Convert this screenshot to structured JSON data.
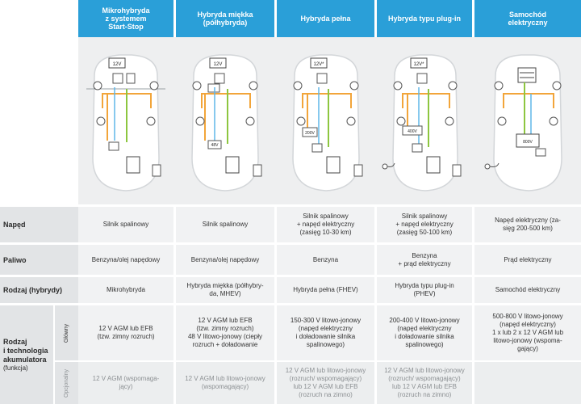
{
  "header": {
    "columns": [
      "Mikrohybryda\nz systemem\nStart-Stop",
      "Hybryda miękka\n(półhybryda)",
      "Hybryda pełna",
      "Hybryda typu plug-in",
      "Samochód\nelektryczny"
    ]
  },
  "diagram_labels": {
    "battery_12v": "12V",
    "battery_12v_star": "12V*",
    "battery_48v": "48V",
    "battery_200v": "200V",
    "battery_400v": "400V",
    "battery_800v": "800V"
  },
  "rows": {
    "naped": {
      "label": "Napęd",
      "values": [
        "Silnik spalinowy",
        "Silnik spalinowy",
        "Silnik spalinowy\n+ napęd elektryczny\n(zasięg 10-30 km)",
        "Silnik spalinowy\n+ napęd elektryczny\n(zasięg 50-100 km)",
        "Napęd elektryczny (za-\nsięg 200-500 km)"
      ]
    },
    "paliwo": {
      "label": "Paliwo",
      "values": [
        "Benzyna/olej napędowy",
        "Benzyna/olej napędowy",
        "Benzyna",
        "Benzyna\n+ prąd elektryczny",
        "Prąd elektryczny"
      ]
    },
    "rodzaj": {
      "label": "Rodzaj (hybrydy)",
      "values": [
        "Mikrohybryda",
        "Hybryda miękka (półhybry-\nda, MHEV)",
        "Hybryda pełna (FHEV)",
        "Hybryda typu plug-in\n(PHEV)",
        "Samochód elektryczny"
      ]
    },
    "akumulator": {
      "label": "Rodzaj\ni technologia\nakumulatora",
      "sublabel": "(funkcja)",
      "glowny": {
        "label": "Główny",
        "values": [
          "12 V AGM lub EFB\n(tzw. zimny rozruch)",
          "12 V AGM lub EFB\n(tzw. zimny rozruch)\n48 V litowo-jonowy (ciepły\nrozruch + doładowanie",
          "150-300 V litowo-jonowy\n(napęd elektryczny\ni doładowanie silnika\nspalinowego)",
          "200-400 V litowo-jonowy\n(napęd elektryczny\ni doładowanie silnika\nspalinowego)",
          "500-800 V litowo-jonowy\n(napęd elektryczny)\n1 x lub 2 x 12 V AGM lub\nlitowo-jonowy (wspoma-\ngający)"
        ]
      },
      "opcjonalny": {
        "label": "Opcjonalny",
        "values": [
          "12 V AGM (wspomaga-\njący)",
          "12 V AGM lub litowo-jonowy\n(wspomagający)",
          "12 V AGM lub litowo-jonowy\n(rozruch/ wspomagający)\nlub 12 V AGM lub EFB\n(rozruch na zimno)",
          "12 V AGM lub litowo-jonowy\n(rozruch/ wspomagający)\nlub 12 V AGM lub EFB\n(rozruch na zimno)",
          ""
        ]
      }
    }
  }
}
